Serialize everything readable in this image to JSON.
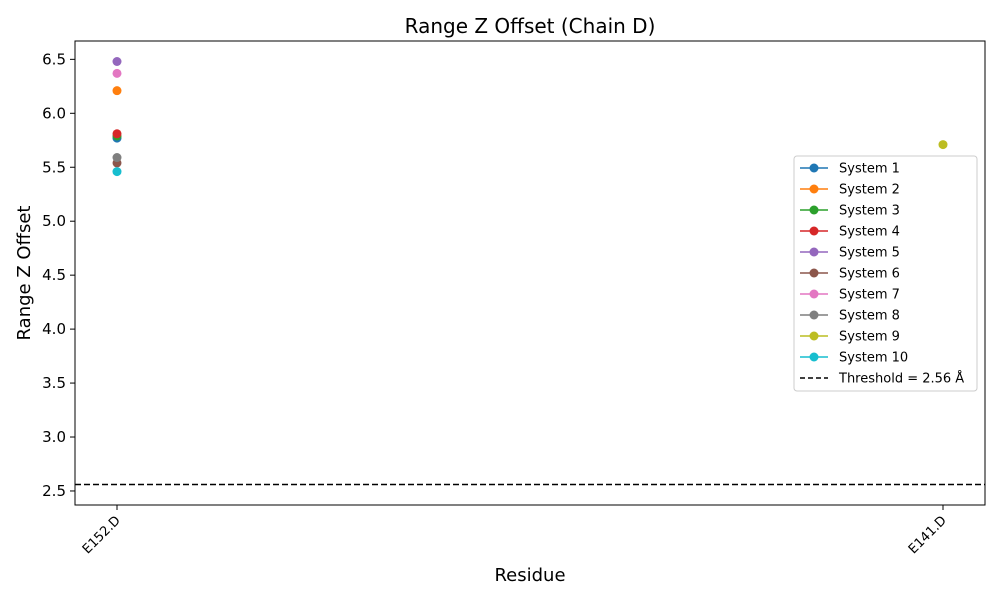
{
  "chart_data": {
    "type": "scatter",
    "title": "Range Z Offset (Chain D)",
    "xlabel": "Residue",
    "ylabel": "Range Z Offset",
    "categories": [
      "E152.D",
      "E141.D"
    ],
    "ylim": [
      2.37,
      6.67
    ],
    "yticks": [
      2.5,
      3.0,
      3.5,
      4.0,
      4.5,
      5.0,
      5.5,
      6.0,
      6.5
    ],
    "ytick_labels": [
      "2.5",
      "3.0",
      "3.5",
      "4.0",
      "4.5",
      "5.0",
      "5.5",
      "6.0",
      "6.5"
    ],
    "grid": false,
    "legend_position": "center-right",
    "series": [
      {
        "name": "System 1",
        "color": "#1f77b4",
        "points": [
          {
            "x": "E152.D",
            "y": 5.77
          }
        ]
      },
      {
        "name": "System 2",
        "color": "#ff7f0e",
        "points": [
          {
            "x": "E152.D",
            "y": 6.21
          }
        ]
      },
      {
        "name": "System 3",
        "color": "#2ca02c",
        "points": [
          {
            "x": "E152.D",
            "y": 5.79
          }
        ]
      },
      {
        "name": "System 4",
        "color": "#d62728",
        "points": [
          {
            "x": "E152.D",
            "y": 5.81
          }
        ]
      },
      {
        "name": "System 5",
        "color": "#9467bd",
        "points": [
          {
            "x": "E152.D",
            "y": 6.48
          }
        ]
      },
      {
        "name": "System 6",
        "color": "#8c564b",
        "points": [
          {
            "x": "E152.D",
            "y": 5.54
          }
        ]
      },
      {
        "name": "System 7",
        "color": "#e377c2",
        "points": [
          {
            "x": "E152.D",
            "y": 6.37
          }
        ]
      },
      {
        "name": "System 8",
        "color": "#7f7f7f",
        "points": [
          {
            "x": "E152.D",
            "y": 5.59
          }
        ]
      },
      {
        "name": "System 9",
        "color": "#bcbd22",
        "points": [
          {
            "x": "E141.D",
            "y": 5.71
          }
        ]
      },
      {
        "name": "System 10",
        "color": "#17becf",
        "points": [
          {
            "x": "E152.D",
            "y": 5.46
          }
        ]
      }
    ],
    "threshold": {
      "label": "Threshold = 2.56 Å",
      "value": 2.56,
      "color": "#000000",
      "style": "dashed"
    }
  }
}
